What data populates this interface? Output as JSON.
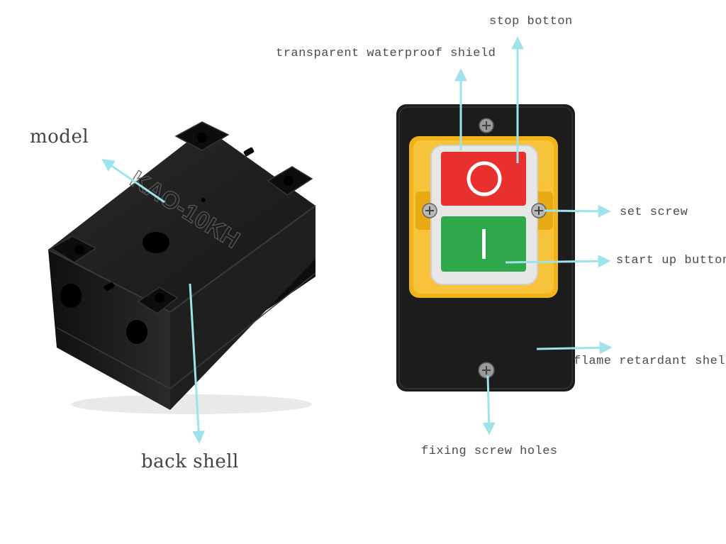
{
  "labels": {
    "model": "model",
    "back_shell": "back shell",
    "stop_button": "stop botton",
    "transparent_shield": "transparent waterproof shield",
    "set_screw": "set screw",
    "start_up_button": "start up button",
    "flame_retardant_shell": "flame retardant shell",
    "fixing_screw_holes": "fixing screw holes"
  },
  "product": {
    "model_engraving": "KAO-10KH"
  },
  "colors": {
    "arrow": "#9fe3ea",
    "label_text": "#4a4a4a",
    "housing": "#1b1b1b",
    "frame": "#f2b21a",
    "stop_red": "#e8312f",
    "start_green": "#2ea84a"
  }
}
